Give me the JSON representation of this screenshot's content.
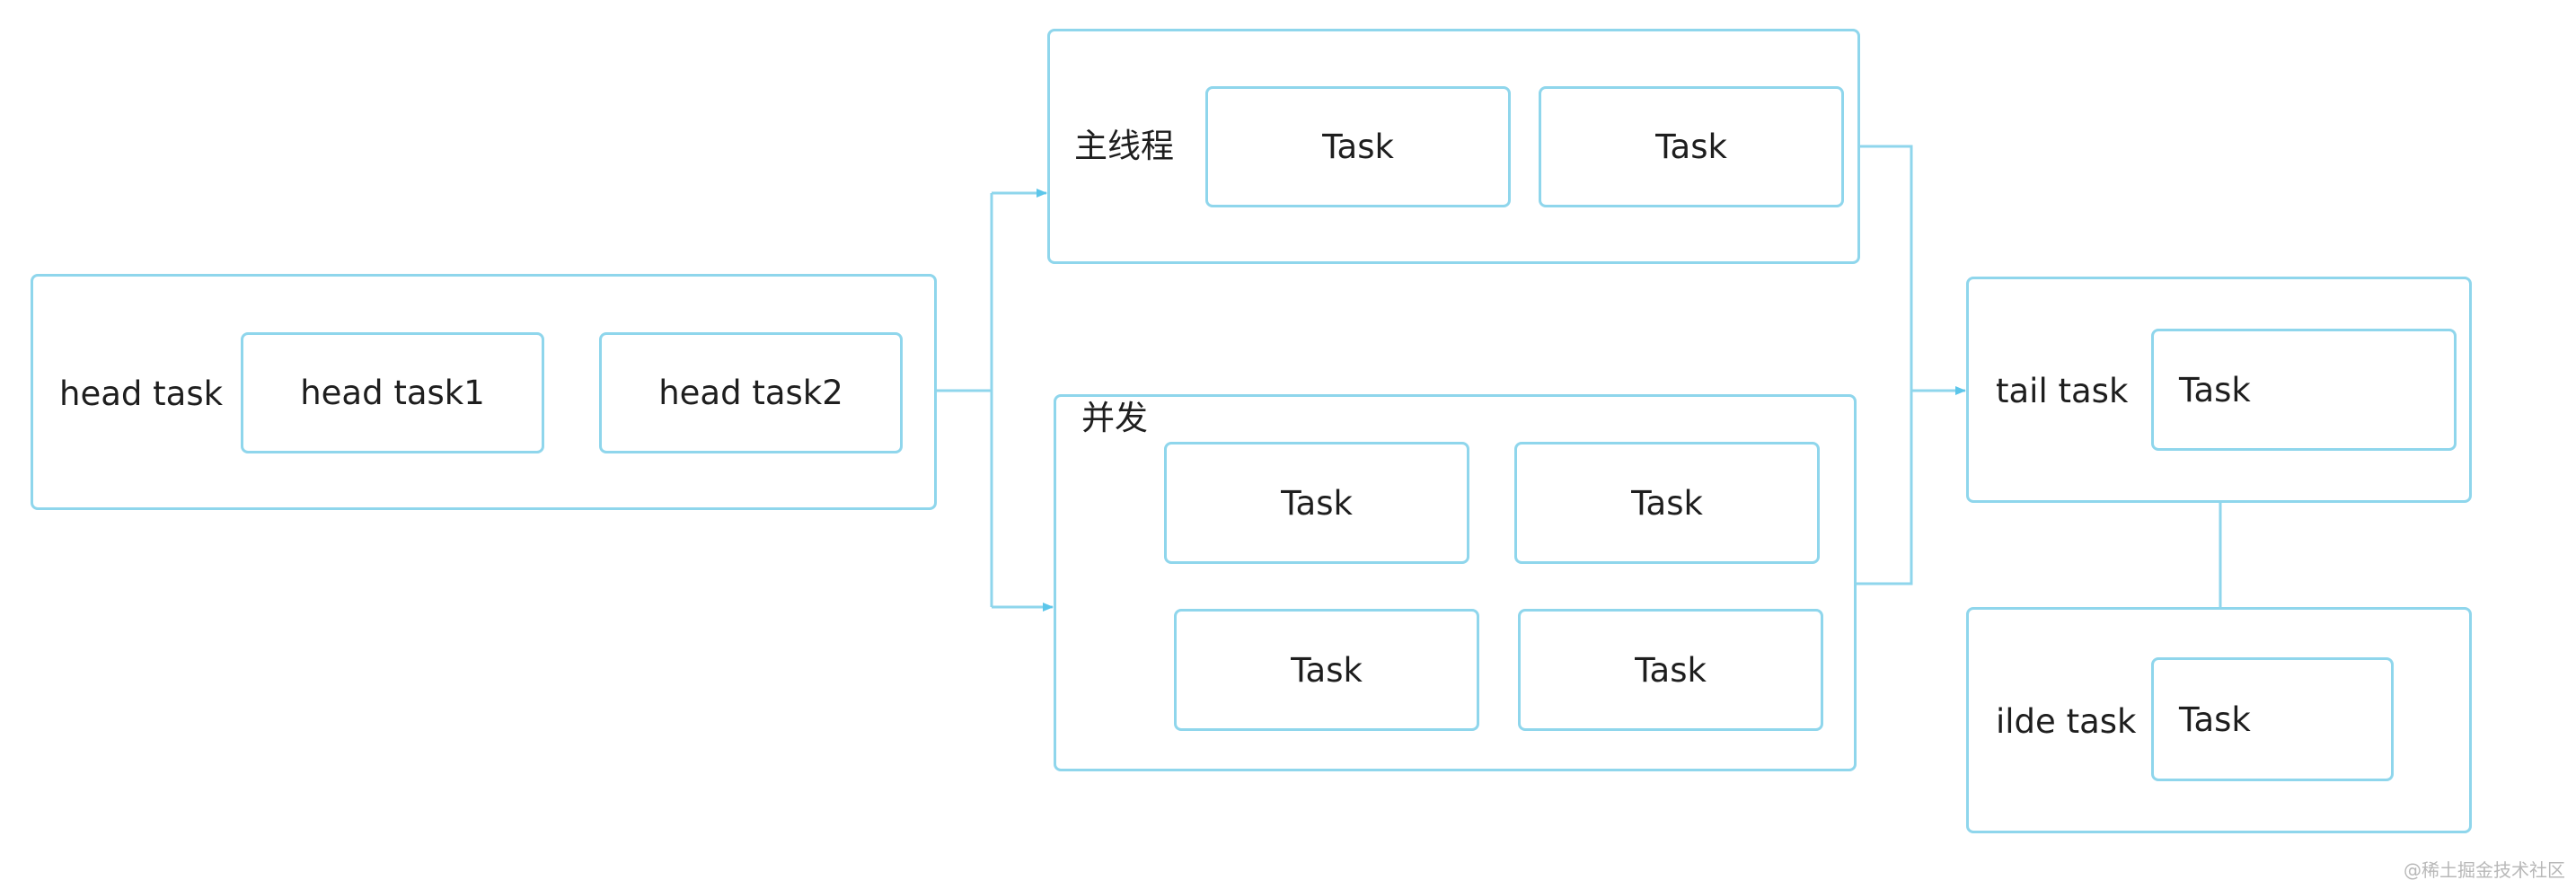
{
  "colors": {
    "border": "#8fd6ec",
    "connector": "#5cc6ea",
    "text": "#1e1e1e"
  },
  "head": {
    "group_label": "head task",
    "tasks": [
      "head task1",
      "head task2"
    ]
  },
  "main_thread": {
    "group_label": "主线程",
    "tasks": [
      "Task",
      "Task"
    ]
  },
  "concurrent": {
    "group_label": "并发",
    "tasks": [
      "Task",
      "Task",
      "Task",
      "Task"
    ]
  },
  "tail": {
    "group_label": "tail task",
    "task": "Task"
  },
  "idle": {
    "group_label": "ilde task",
    "task": "Task"
  },
  "watermark": "@稀土掘金技术社区"
}
